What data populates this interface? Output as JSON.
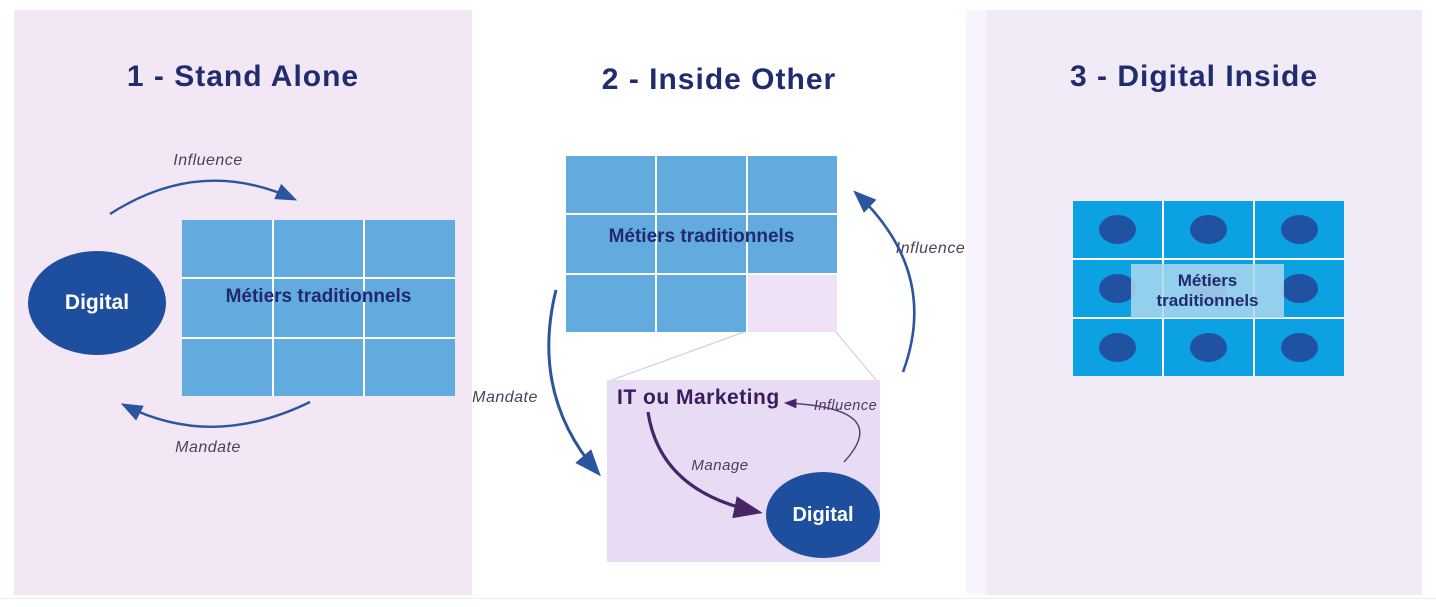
{
  "panel1": {
    "title": "1 - Stand Alone",
    "influence_label": "Influence",
    "mandate_label": "Mandate",
    "digital_label": "Digital",
    "grid_label": "Métiers traditionnels"
  },
  "panel2": {
    "title": "2 - Inside Other",
    "grid_label": "Métiers traditionnels",
    "mandate_label": "Mandate",
    "influence_right_label": "Influence",
    "box_title": "IT ou Marketing",
    "influence_inner_label": "Influence",
    "manage_label": "Manage",
    "digital_label": "Digital"
  },
  "panel3": {
    "title": "3 - Digital Inside",
    "grid_label": "Métiers traditionnels"
  },
  "colors": {
    "panel1_bg": "#f3e7f5",
    "panel3_bg": "#f1ebf8",
    "grid_blue": "#62abdf",
    "bright_blue": "#0ba1e2",
    "digital_ellipse": "#1d4f9e",
    "dot_blue": "#2152a2",
    "title_navy": "#1f2c6e",
    "purple_text": "#3a1c5e",
    "arrow_navy": "#2c55a0",
    "arrow_purple": "#472566",
    "lavender_cell": "#efe2f6",
    "it_box_bg": "#e8dbf4",
    "light_box": "#a9d7f0"
  }
}
